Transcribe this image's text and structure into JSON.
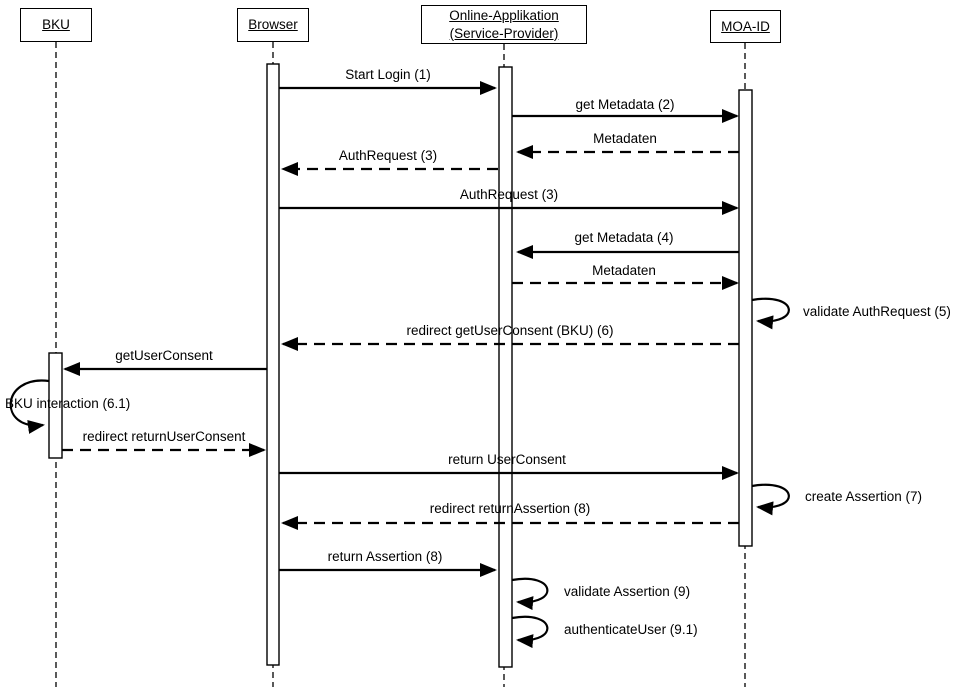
{
  "diagram_type": "uml-sequence-diagram",
  "colors": {
    "background": "#ffffff",
    "line": "#000000",
    "text": "#000000"
  },
  "actors": [
    {
      "id": "bku",
      "label": "BKU"
    },
    {
      "id": "browser",
      "label": "Browser"
    },
    {
      "id": "online_app",
      "label": "Online-Applikation (Service-Provider)"
    },
    {
      "id": "moa_id",
      "label": "MOA-ID"
    }
  ],
  "messages": [
    {
      "label": "Start Login (1)",
      "from": "browser",
      "to": "online_app",
      "line": "solid"
    },
    {
      "label": "get Metadata (2)",
      "from": "online_app",
      "to": "moa_id",
      "line": "solid"
    },
    {
      "label": "Metadaten",
      "from": "moa_id",
      "to": "online_app",
      "line": "dashed"
    },
    {
      "label": "AuthRequest (3)",
      "from": "online_app",
      "to": "browser",
      "line": "dashed"
    },
    {
      "label": "AuthRequest (3)",
      "from": "browser",
      "to": "moa_id",
      "line": "solid"
    },
    {
      "label": "get Metadata (4)",
      "from": "moa_id",
      "to": "online_app",
      "line": "solid"
    },
    {
      "label": "Metadaten",
      "from": "online_app",
      "to": "moa_id",
      "line": "dashed"
    },
    {
      "label": "validate AuthRequest (5)",
      "from": "moa_id",
      "to": "moa_id",
      "line": "self"
    },
    {
      "label": "redirect getUserConsent (BKU) (6)",
      "from": "moa_id",
      "to": "browser",
      "line": "dashed"
    },
    {
      "label": "getUserConsent",
      "from": "browser",
      "to": "bku",
      "line": "solid"
    },
    {
      "label": "BKU interaction (6.1)",
      "from": "bku",
      "to": "bku",
      "line": "self"
    },
    {
      "label": "redirect returnUserConsent",
      "from": "bku",
      "to": "browser",
      "line": "dashed"
    },
    {
      "label": "return UserConsent",
      "from": "browser",
      "to": "moa_id",
      "line": "solid"
    },
    {
      "label": "create Assertion (7)",
      "from": "moa_id",
      "to": "moa_id",
      "line": "self"
    },
    {
      "label": "redirect returnAssertion (8)",
      "from": "moa_id",
      "to": "browser",
      "line": "dashed"
    },
    {
      "label": "return Assertion (8)",
      "from": "browser",
      "to": "online_app",
      "line": "solid"
    },
    {
      "label": "validate Assertion (9)",
      "from": "online_app",
      "to": "online_app",
      "line": "self"
    },
    {
      "label": "authenticateUser (9.1)",
      "from": "online_app",
      "to": "online_app",
      "line": "self"
    }
  ]
}
